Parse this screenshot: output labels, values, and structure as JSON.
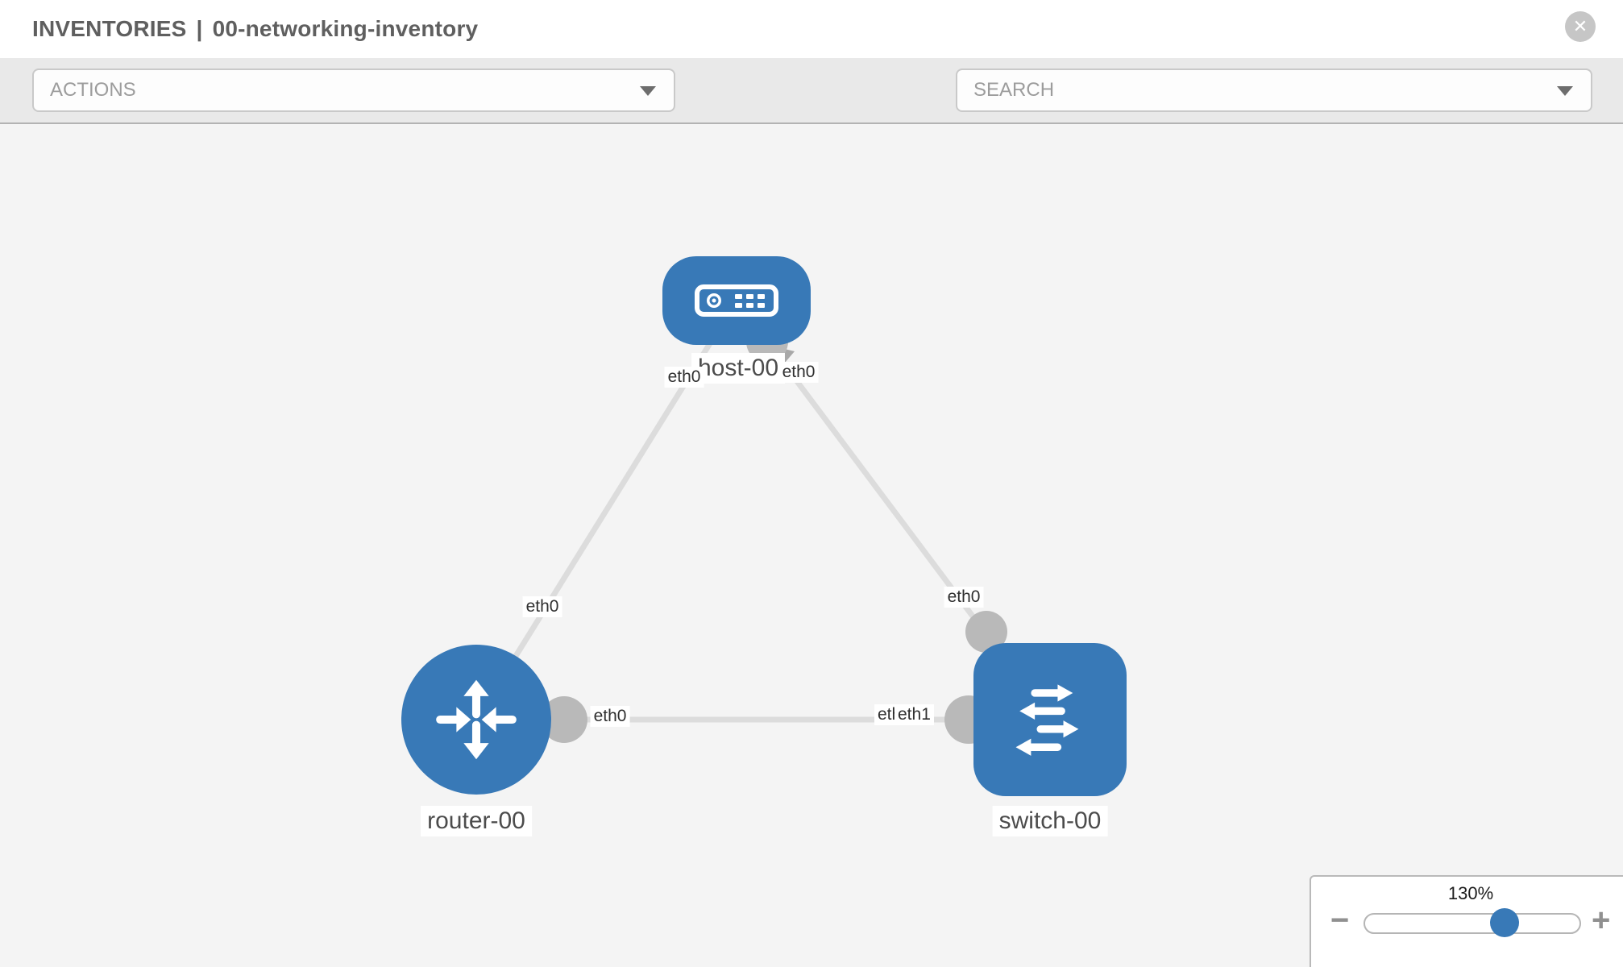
{
  "header": {
    "section": "INVENTORIES",
    "divider": "|",
    "name": "00-networking-inventory"
  },
  "toolbar": {
    "actions_label": "ACTIONS",
    "search_label": "SEARCH"
  },
  "icons": {
    "close": "✕",
    "minus": "−",
    "plus": "+",
    "wrench": "wrench-icon",
    "key": "key-icon"
  },
  "topology": {
    "nodes": [
      {
        "name": "host-00",
        "type": "host"
      },
      {
        "name": "router-00",
        "type": "router"
      },
      {
        "name": "switch-00",
        "type": "switch"
      }
    ],
    "links": [
      {
        "from": "host-00",
        "from_if": "eth0",
        "to": "router-00",
        "to_if": "eth0"
      },
      {
        "from": "host-00",
        "from_if": "eth0",
        "to": "switch-00",
        "to_if": "eth0"
      },
      {
        "from": "router-00",
        "from_if": "eth0",
        "to": "switch-00",
        "to_if": "eth1",
        "to_if_overlapped": "eth0"
      }
    ]
  },
  "zoom_control": {
    "value": "130%"
  },
  "colors": {
    "node_blue": "#3879b7",
    "canvas": "#f4f4f4",
    "link": "#dcdcdc",
    "connector": "#b9b9b9",
    "toolbar_bg": "#e9e9e9"
  }
}
